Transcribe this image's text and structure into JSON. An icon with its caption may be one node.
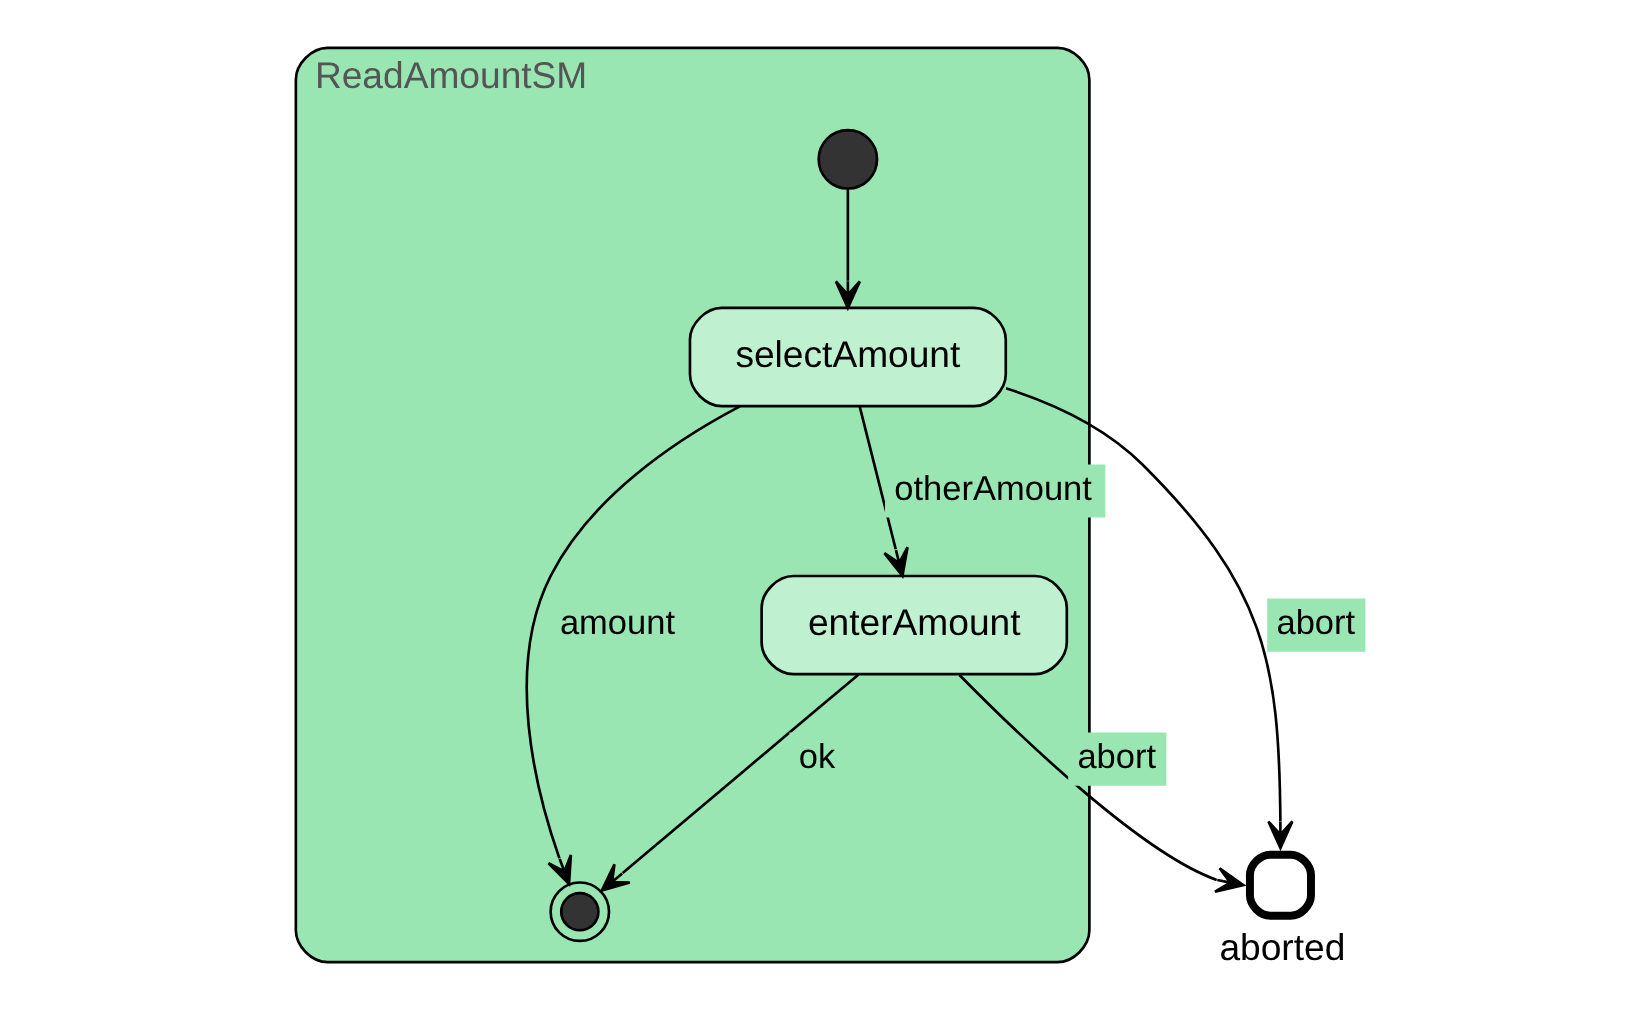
{
  "diagram": {
    "nodes": [
      {
        "text": [
          "ReadAmountSM"
        ]
      },
      {
        "text": [],
        "shape": "circle",
        "in": 0
      },
      {
        "text": [
          "selectAmount"
        ],
        "in": 0
      },
      {
        "text": [
          "enterAmount"
        ],
        "in": 0
      },
      {
        "text": [],
        "shape": "circle",
        "in": 0
      },
      {
        "text": [],
        "shape": "circle",
        "beside": [
          "aborted"
        ]
      }
    ],
    "edges": [
      {
        "from": 1,
        "to": 2,
        "arrow": "to"
      },
      {
        "from": 2,
        "to": 5,
        "label": "abort",
        "arrow": "to"
      },
      {
        "from": 2,
        "to": 3,
        "label": "otherAmount",
        "arrow": "to"
      },
      {
        "from": 2,
        "to": 4,
        "label": "amount",
        "arrow": "to"
      },
      {
        "from": 3,
        "to": 4,
        "label": "ok",
        "arrow": "to"
      },
      {
        "from": 3,
        "to": 5,
        "label": "abort",
        "arrow": "to"
      }
    ]
  }
}
